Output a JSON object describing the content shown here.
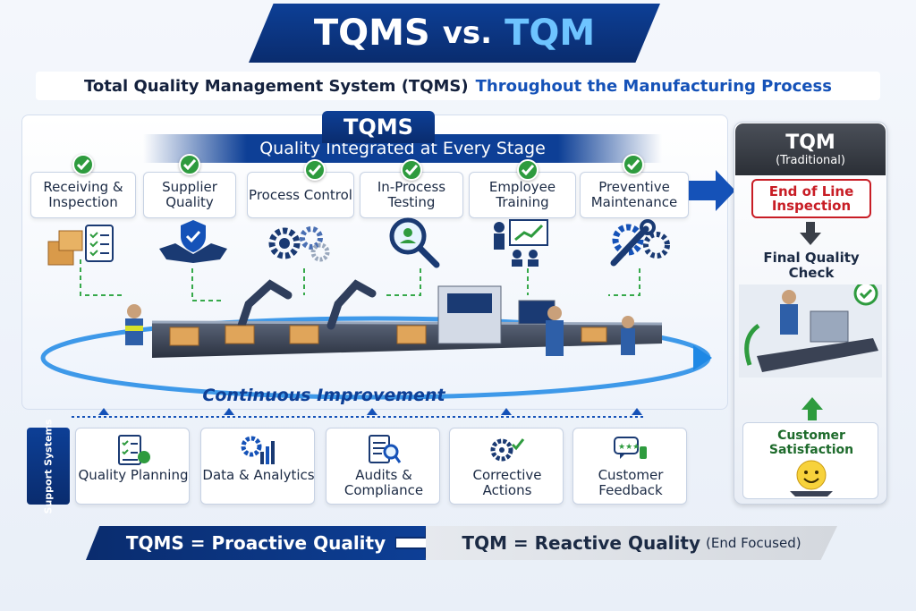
{
  "title": {
    "left": "TQMS",
    "vs": "vs.",
    "right": "TQM"
  },
  "subtitle": {
    "part1": "Total Quality Management System (TQMS)",
    "part2": "Throughout the Manufacturing Process"
  },
  "tqms": {
    "header": "TQMS",
    "tagline": "Quality Integrated at Every Stage",
    "stages": [
      {
        "label": "Receiving & Inspection",
        "icon": "boxes-clipboard-icon"
      },
      {
        "label": "Supplier Quality",
        "icon": "handshake-shield-icon"
      },
      {
        "label": "Process Control",
        "icon": "gears-icon"
      },
      {
        "label": "In-Process Testing",
        "icon": "magnifier-icon"
      },
      {
        "label": "Employee Training",
        "icon": "trainer-board-icon"
      },
      {
        "label": "Preventive Maintenance",
        "icon": "wrench-gear-icon"
      }
    ],
    "loop_label": "Continuous Improvement"
  },
  "tqm": {
    "header": "TQM",
    "subheader": "(Traditional)",
    "end_of_line": "End of Line Inspection",
    "final_check": "Final Quality Check",
    "customer": "Customer Satisfaction"
  },
  "support": {
    "tag": "Support Systems",
    "items": [
      {
        "label": "Quality Planning",
        "icon": "checklist-icon"
      },
      {
        "label": "Data & Analytics",
        "icon": "analytics-icon"
      },
      {
        "label": "Audits & Compliance",
        "icon": "audit-icon"
      },
      {
        "label": "Corrective Actions",
        "icon": "corrective-gear-icon"
      },
      {
        "label": "Customer Feedback",
        "icon": "feedback-icon"
      }
    ]
  },
  "bottom": {
    "left": "TQMS = Proactive Quality",
    "right_main": "TQM = Reactive Quality",
    "right_note": "(End Focused)"
  },
  "colors": {
    "navy": "#0d3f96",
    "green": "#2e9b3e",
    "red": "#c81d25",
    "accent": "#6ec4ff"
  }
}
